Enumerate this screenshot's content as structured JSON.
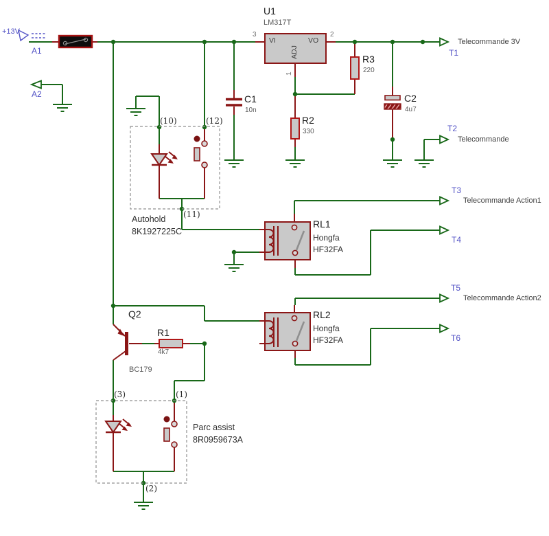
{
  "title": "Telecommande relay schematic",
  "colors": {
    "wire_green": "#186818",
    "component_red": "#8b1616",
    "body_fill": "#c9c9c9",
    "terminal_blue": "#5353c6",
    "text_dark": "#3f3f3f",
    "fuse_black": "#0d0d0d"
  },
  "terminals": {
    "a1": {
      "label": "A1",
      "net": "+13V"
    },
    "a2": {
      "label": "A2"
    },
    "t1": {
      "label": "T1",
      "net": "Telecommande 3V"
    },
    "t2": {
      "label": "T2",
      "net": "Telecommande"
    },
    "t3": {
      "label": "T3",
      "net": "Telecommande Action1"
    },
    "t4": {
      "label": "T4"
    },
    "t5": {
      "label": "T5",
      "net": "Telecommande Action2"
    },
    "t6": {
      "label": "T6"
    }
  },
  "components": {
    "u1": {
      "ref": "U1",
      "value": "LM317T",
      "pin_vi": "VI",
      "pin_vo": "VO",
      "pin_adj": "ADJ",
      "num1": "1",
      "num2": "2",
      "num3": "3"
    },
    "c1": {
      "ref": "C1",
      "value": "10n"
    },
    "c2": {
      "ref": "C2",
      "value": "4u7"
    },
    "r1": {
      "ref": "R1",
      "value": "4k7"
    },
    "r2": {
      "ref": "R2",
      "value": "330"
    },
    "r3": {
      "ref": "R3",
      "value": "220"
    },
    "q2": {
      "ref": "Q2",
      "value": "BC179"
    },
    "rl1": {
      "ref": "RL1",
      "maker": "Hongfa",
      "model": "HF32FA"
    },
    "rl2": {
      "ref": "RL2",
      "maker": "Hongfa",
      "model": "HF32FA"
    },
    "autohold": {
      "name": "Autohold",
      "code": "8K1927225C",
      "pin10": "(10)",
      "pin11": "(11)",
      "pin12": "(12)"
    },
    "parc": {
      "name": "Parc assist",
      "code": "8R0959673A",
      "pin1": "(1)",
      "pin2": "(2)",
      "pin3": "(3)"
    }
  }
}
